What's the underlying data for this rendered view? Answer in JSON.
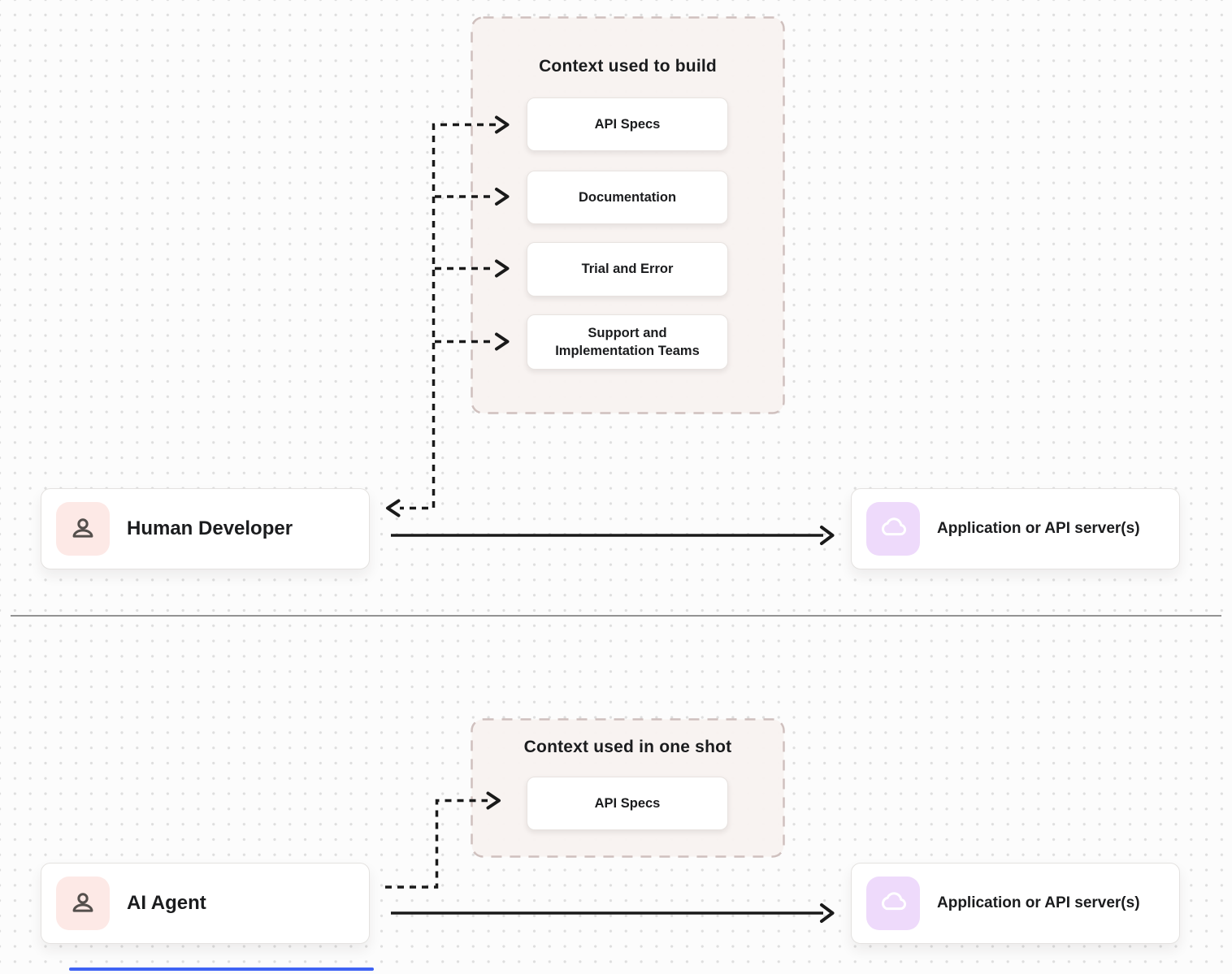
{
  "colors": {
    "page_bg": "#fcfcfc",
    "dot": "#dedede",
    "line": "#1a1a1a",
    "divider": "#929292",
    "panel_bg": "#f8f2f0",
    "panel_border": "#cfc0be",
    "card_bg": "#ffffff",
    "card_border": "#e8e3e0",
    "person_icon_bg": "#fde9e6",
    "person_icon_fg": "#544f4c",
    "cloud_icon_bg": "#eedafb",
    "cloud_icon_fg": "#ffffff",
    "text": "#1b1c1e",
    "bottom_accent_line": "#3f63f4"
  },
  "top_section": {
    "context_panel": {
      "title": "Context used to build",
      "items": [
        "API Specs",
        "Documentation",
        "Trial and Error",
        "Support and Implementation Teams"
      ]
    },
    "actor": {
      "label": "Human Developer",
      "icon": "person-icon"
    },
    "target": {
      "label": "Application or API server(s)",
      "icon": "cloud-icon"
    }
  },
  "bottom_section": {
    "context_panel": {
      "title": "Context used in one shot",
      "items": [
        "API Specs"
      ]
    },
    "actor": {
      "label": "AI Agent",
      "icon": "person-icon"
    },
    "target": {
      "label": "Application or API server(s)",
      "icon": "cloud-icon"
    }
  }
}
